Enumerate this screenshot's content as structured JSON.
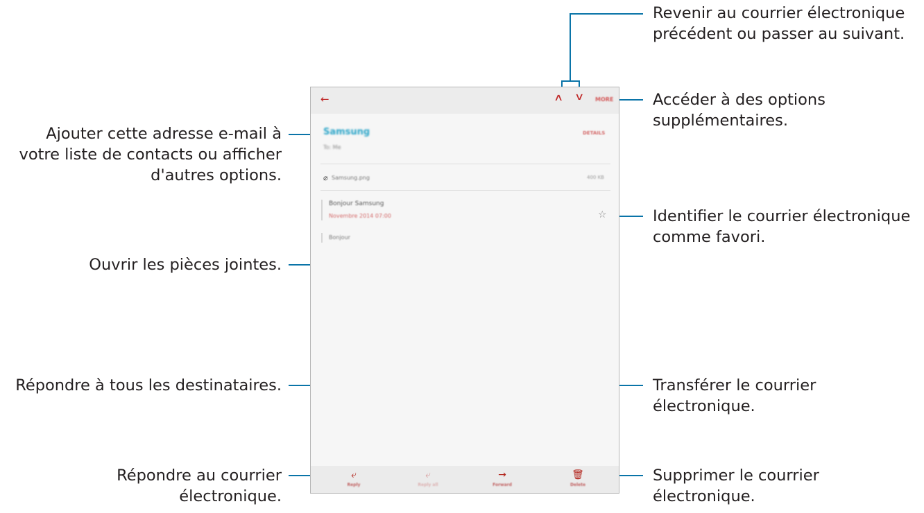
{
  "callouts": {
    "nav_prev_next": [
      "Revenir au courrier électronique",
      "précédent ou passer au suivant."
    ],
    "more_options": [
      "Accéder à des options",
      "supplémentaires."
    ],
    "add_contact": [
      "Ajouter cette adresse e-mail à",
      "votre liste de contacts ou afficher",
      "d'autres options."
    ],
    "favorite": [
      "Identifier le courrier électronique",
      "comme favori."
    ],
    "open_attachments": [
      "Ouvrir les pièces jointes."
    ],
    "reply_all": [
      "Répondre à tous les destinataires."
    ],
    "forward": [
      "Transférer le courrier",
      "électronique."
    ],
    "reply": [
      "Répondre au courrier",
      "électronique."
    ],
    "delete": [
      "Supprimer le courrier",
      "électronique."
    ]
  },
  "app": {
    "more_label": "MORE",
    "sender_name": "Samsung",
    "to_line": "To: Me",
    "details_label": "DETAILS",
    "attachment_name": "Samsung.png",
    "attachment_size": "400 KB",
    "message_from": "Bonjour Samsung",
    "message_date": "Novembre 2014 07:00",
    "message_body": "Bonjour",
    "bottom": {
      "reply": "Reply",
      "reply_all": "Reply all",
      "forward": "Forward",
      "delete": "Delete"
    }
  },
  "icons": {
    "back": "arrow-back-icon",
    "prev": "chevron-up-icon",
    "next": "chevron-down-icon",
    "attachment": "paperclip-icon",
    "favorite": "star-outline-icon",
    "reply": "reply-icon",
    "reply_all": "reply-all-icon",
    "forward": "forward-icon",
    "delete": "trash-icon"
  },
  "colors": {
    "leader": "#0a74a8",
    "accent": "#c02a2a",
    "sender": "#2ea6c9"
  }
}
